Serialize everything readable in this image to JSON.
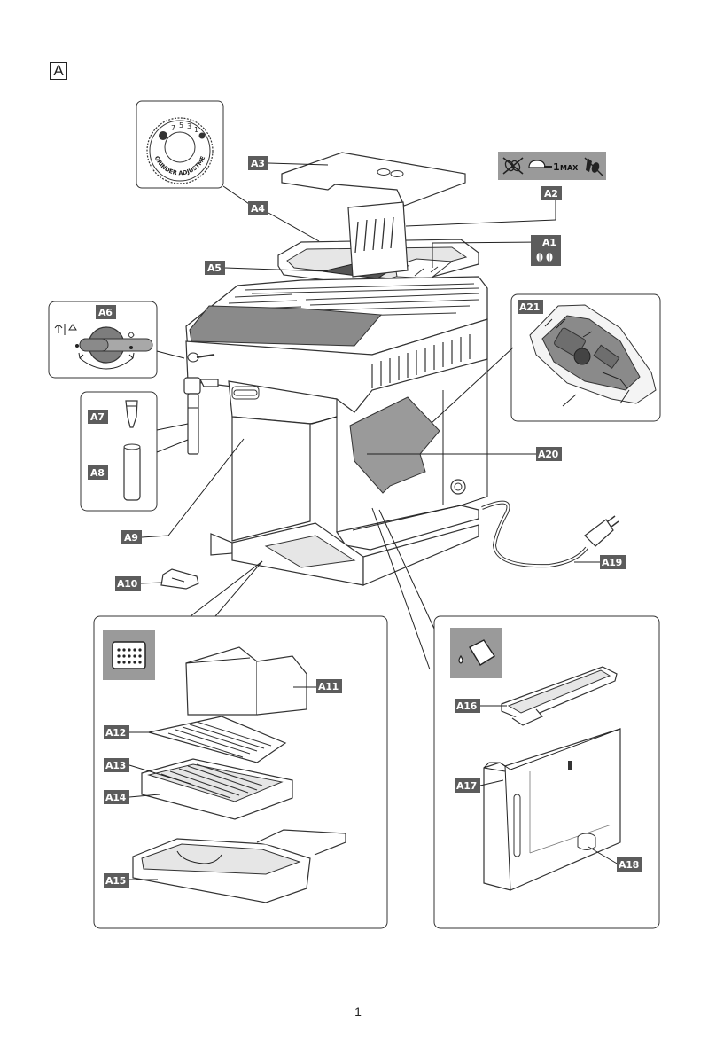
{
  "section_letter": "A",
  "page_number": "1",
  "labels": {
    "A1": "A1",
    "A2": "A2",
    "A3": "A3",
    "A4": "A4",
    "A5": "A5",
    "A6": "A6",
    "A7": "A7",
    "A8": "A8",
    "A9": "A9",
    "A10": "A10",
    "A11": "A11",
    "A12": "A12",
    "A13": "A13",
    "A14": "A14",
    "A15": "A15",
    "A16": "A16",
    "A17": "A17",
    "A18": "A18",
    "A19": "A19",
    "A20": "A20",
    "A21": "A21"
  },
  "grinder_dial": {
    "text": "GRINDER ADJUSTMENT",
    "numbers": [
      "7",
      "5",
      "3",
      "1"
    ]
  },
  "icon_strip": {
    "measure_label": "1",
    "max_label": "MAX",
    "icons": [
      "no-beans-icon",
      "measuring-scoop-icon",
      "no-ground-coffee-icon"
    ]
  },
  "icons": {
    "A1": "coffee-beans-icon",
    "A6": "steam-hot-water-knob-icon",
    "drip_tray_panel": "drip-tray-icon",
    "water_panel": "water-tank-fill-icon"
  },
  "colors": {
    "label_bg": "#5c5c5c",
    "icon_strip_bg": "#9a9a9a",
    "panel_icon_bg": "#9a9a9a"
  }
}
